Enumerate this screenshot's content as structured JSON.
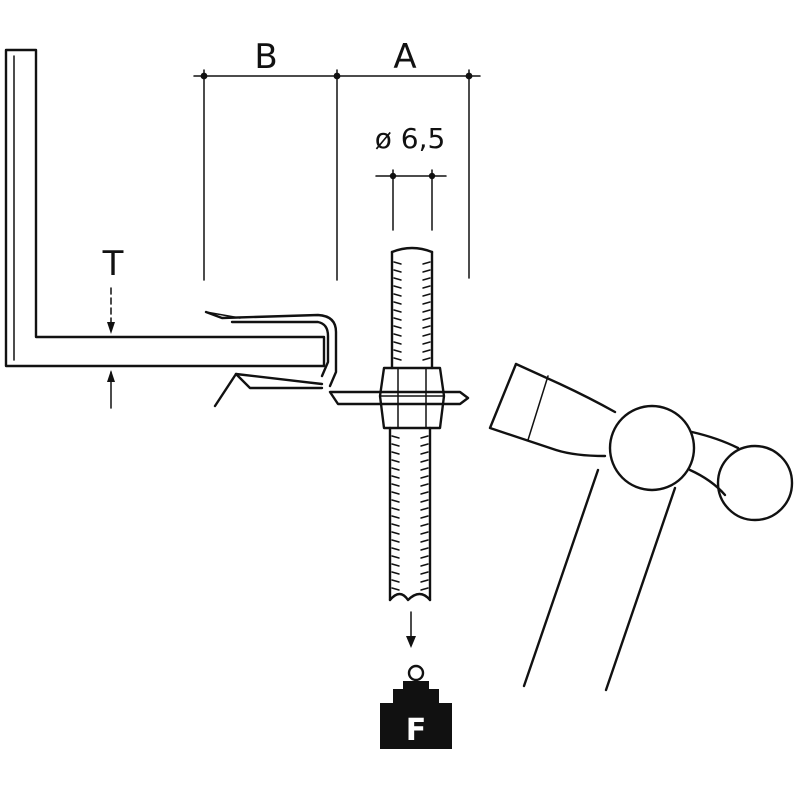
{
  "dimensions": {
    "b_label": "B",
    "a_label": "A",
    "diameter_label": "ø 6,5",
    "t_label": "T"
  },
  "weight": {
    "label": "F"
  }
}
